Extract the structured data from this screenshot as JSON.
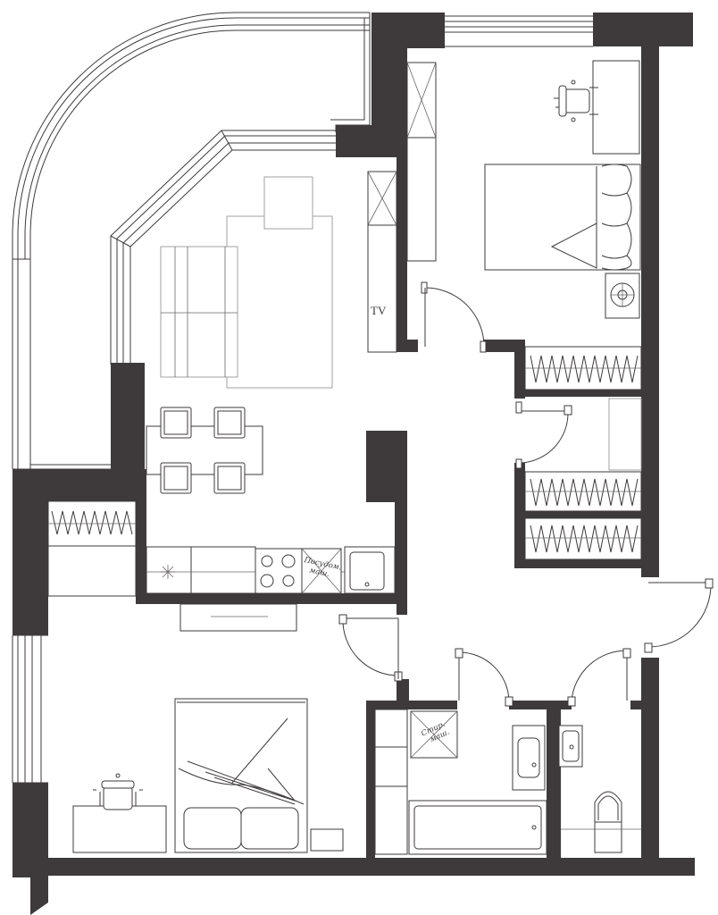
{
  "plan": {
    "labels": {
      "tv": "TV",
      "dishwasher_line1": "Посудом.",
      "dishwasher_line2": "маш.",
      "washer_line1": "Стир.",
      "washer_line2": "маш."
    },
    "colors": {
      "wall": "#3e3a3b",
      "line": "#3e3a3b",
      "background": "#ffffff"
    },
    "icons": [
      "chair-icon",
      "bed-icon",
      "door-swing-icon",
      "wardrobe-icon",
      "stove-icon",
      "sink-icon",
      "toilet-icon",
      "bathtub-icon"
    ]
  }
}
